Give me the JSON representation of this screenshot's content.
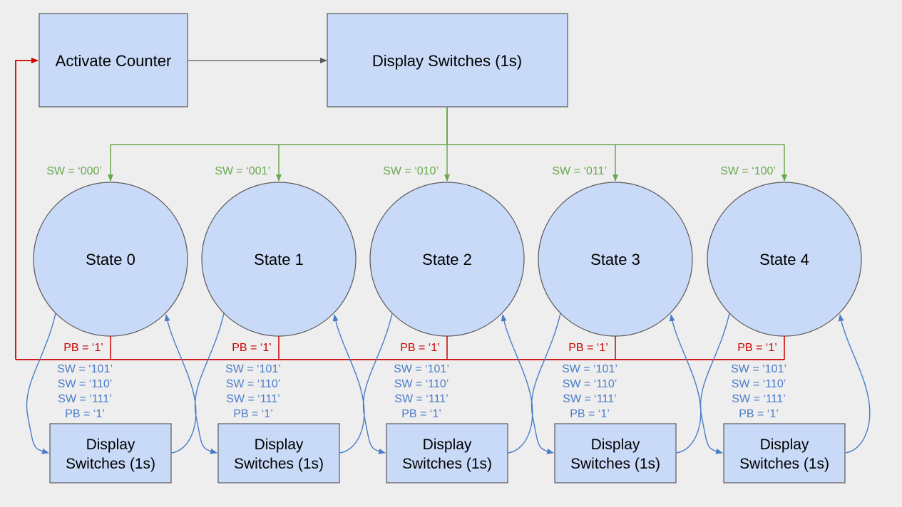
{
  "boxes": {
    "activate_counter": "Activate Counter",
    "display_switches_top": "Display Switches (1s)"
  },
  "states": [
    {
      "label": "State 0",
      "sw_label": "SW = ‘000’"
    },
    {
      "label": "State 1",
      "sw_label": "SW = ‘001’"
    },
    {
      "label": "State 2",
      "sw_label": "SW = ‘010’"
    },
    {
      "label": "State 3",
      "sw_label": "SW = ‘011’"
    },
    {
      "label": "State 4",
      "sw_label": "SW = ‘100’"
    }
  ],
  "reset_label": "PB = ‘1’",
  "transition_labels": [
    "SW = ‘101’",
    "SW = ‘110’",
    "SW = ‘111’",
    "PB = ‘1’"
  ],
  "sub_box": {
    "line1": "Display",
    "line2": "Switches (1s)"
  },
  "colors": {
    "fill": "#c9daf8",
    "border": "#595959",
    "green": "#6aa84f",
    "red": "#cc0000",
    "blue": "#4a7cc9",
    "background": "#eeeeee"
  }
}
